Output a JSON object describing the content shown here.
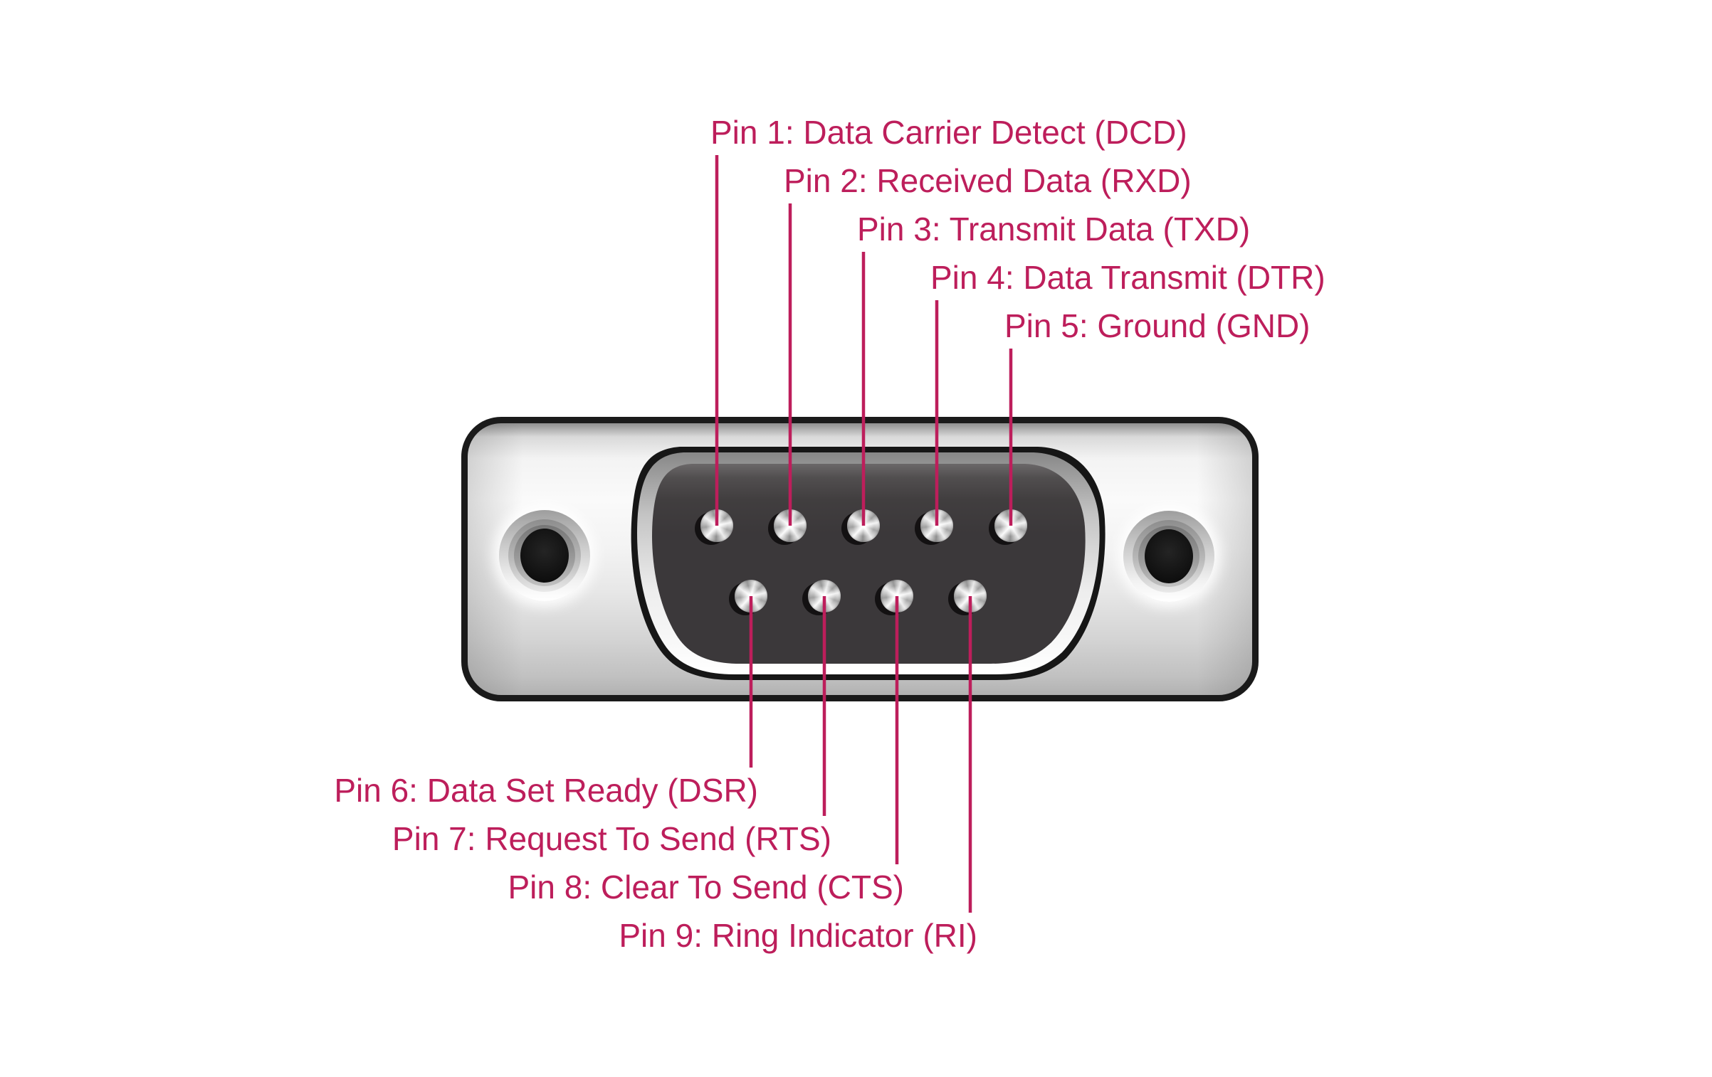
{
  "colors": {
    "accent": "#bd1e5b",
    "connector_outline": "#1a1a1a",
    "connector_face": "#3b383a"
  },
  "diagram": {
    "pins": [
      {
        "number": "1",
        "label": "Pin 1: Data Carrier Detect (DCD)"
      },
      {
        "number": "2",
        "label": "Pin 2: Received Data (RXD)"
      },
      {
        "number": "3",
        "label": "Pin 3: Transmit Data (TXD)"
      },
      {
        "number": "4",
        "label": "Pin 4: Data Transmit (DTR)"
      },
      {
        "number": "5",
        "label": "Pin 5: Ground (GND)"
      },
      {
        "number": "6",
        "label": "Pin 6: Data Set Ready (DSR)"
      },
      {
        "number": "7",
        "label": "Pin 7: Request To Send (RTS)"
      },
      {
        "number": "8",
        "label": "Pin 8: Clear To Send (CTS)"
      },
      {
        "number": "9",
        "label": "Pin 9: Ring Indicator (RI)"
      }
    ]
  }
}
